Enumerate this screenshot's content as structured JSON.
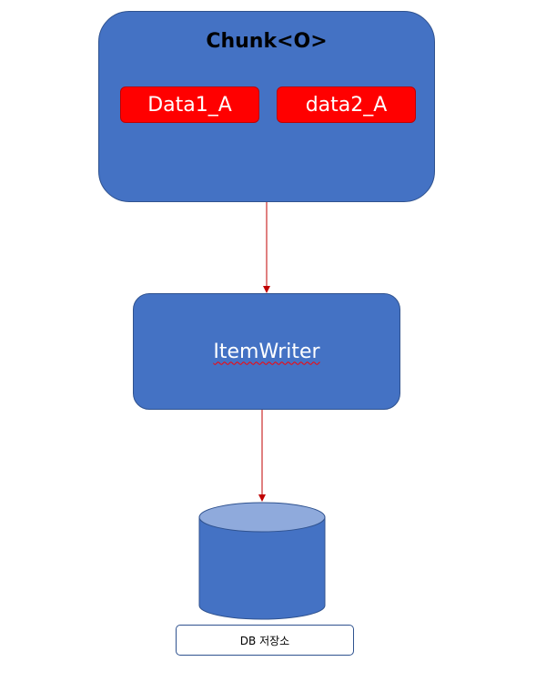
{
  "chunk": {
    "title": "Chunk<O>",
    "items": [
      {
        "label": "Data1_A"
      },
      {
        "label": "data2_A"
      }
    ]
  },
  "writer": {
    "label": "ItemWriter"
  },
  "database": {
    "label": "DB 저장소"
  },
  "colors": {
    "box_fill": "#4472c4",
    "box_border": "#2f528f",
    "item_fill": "#ff0000",
    "arrow": "#c00000",
    "cylinder_top": "#8faadc"
  }
}
